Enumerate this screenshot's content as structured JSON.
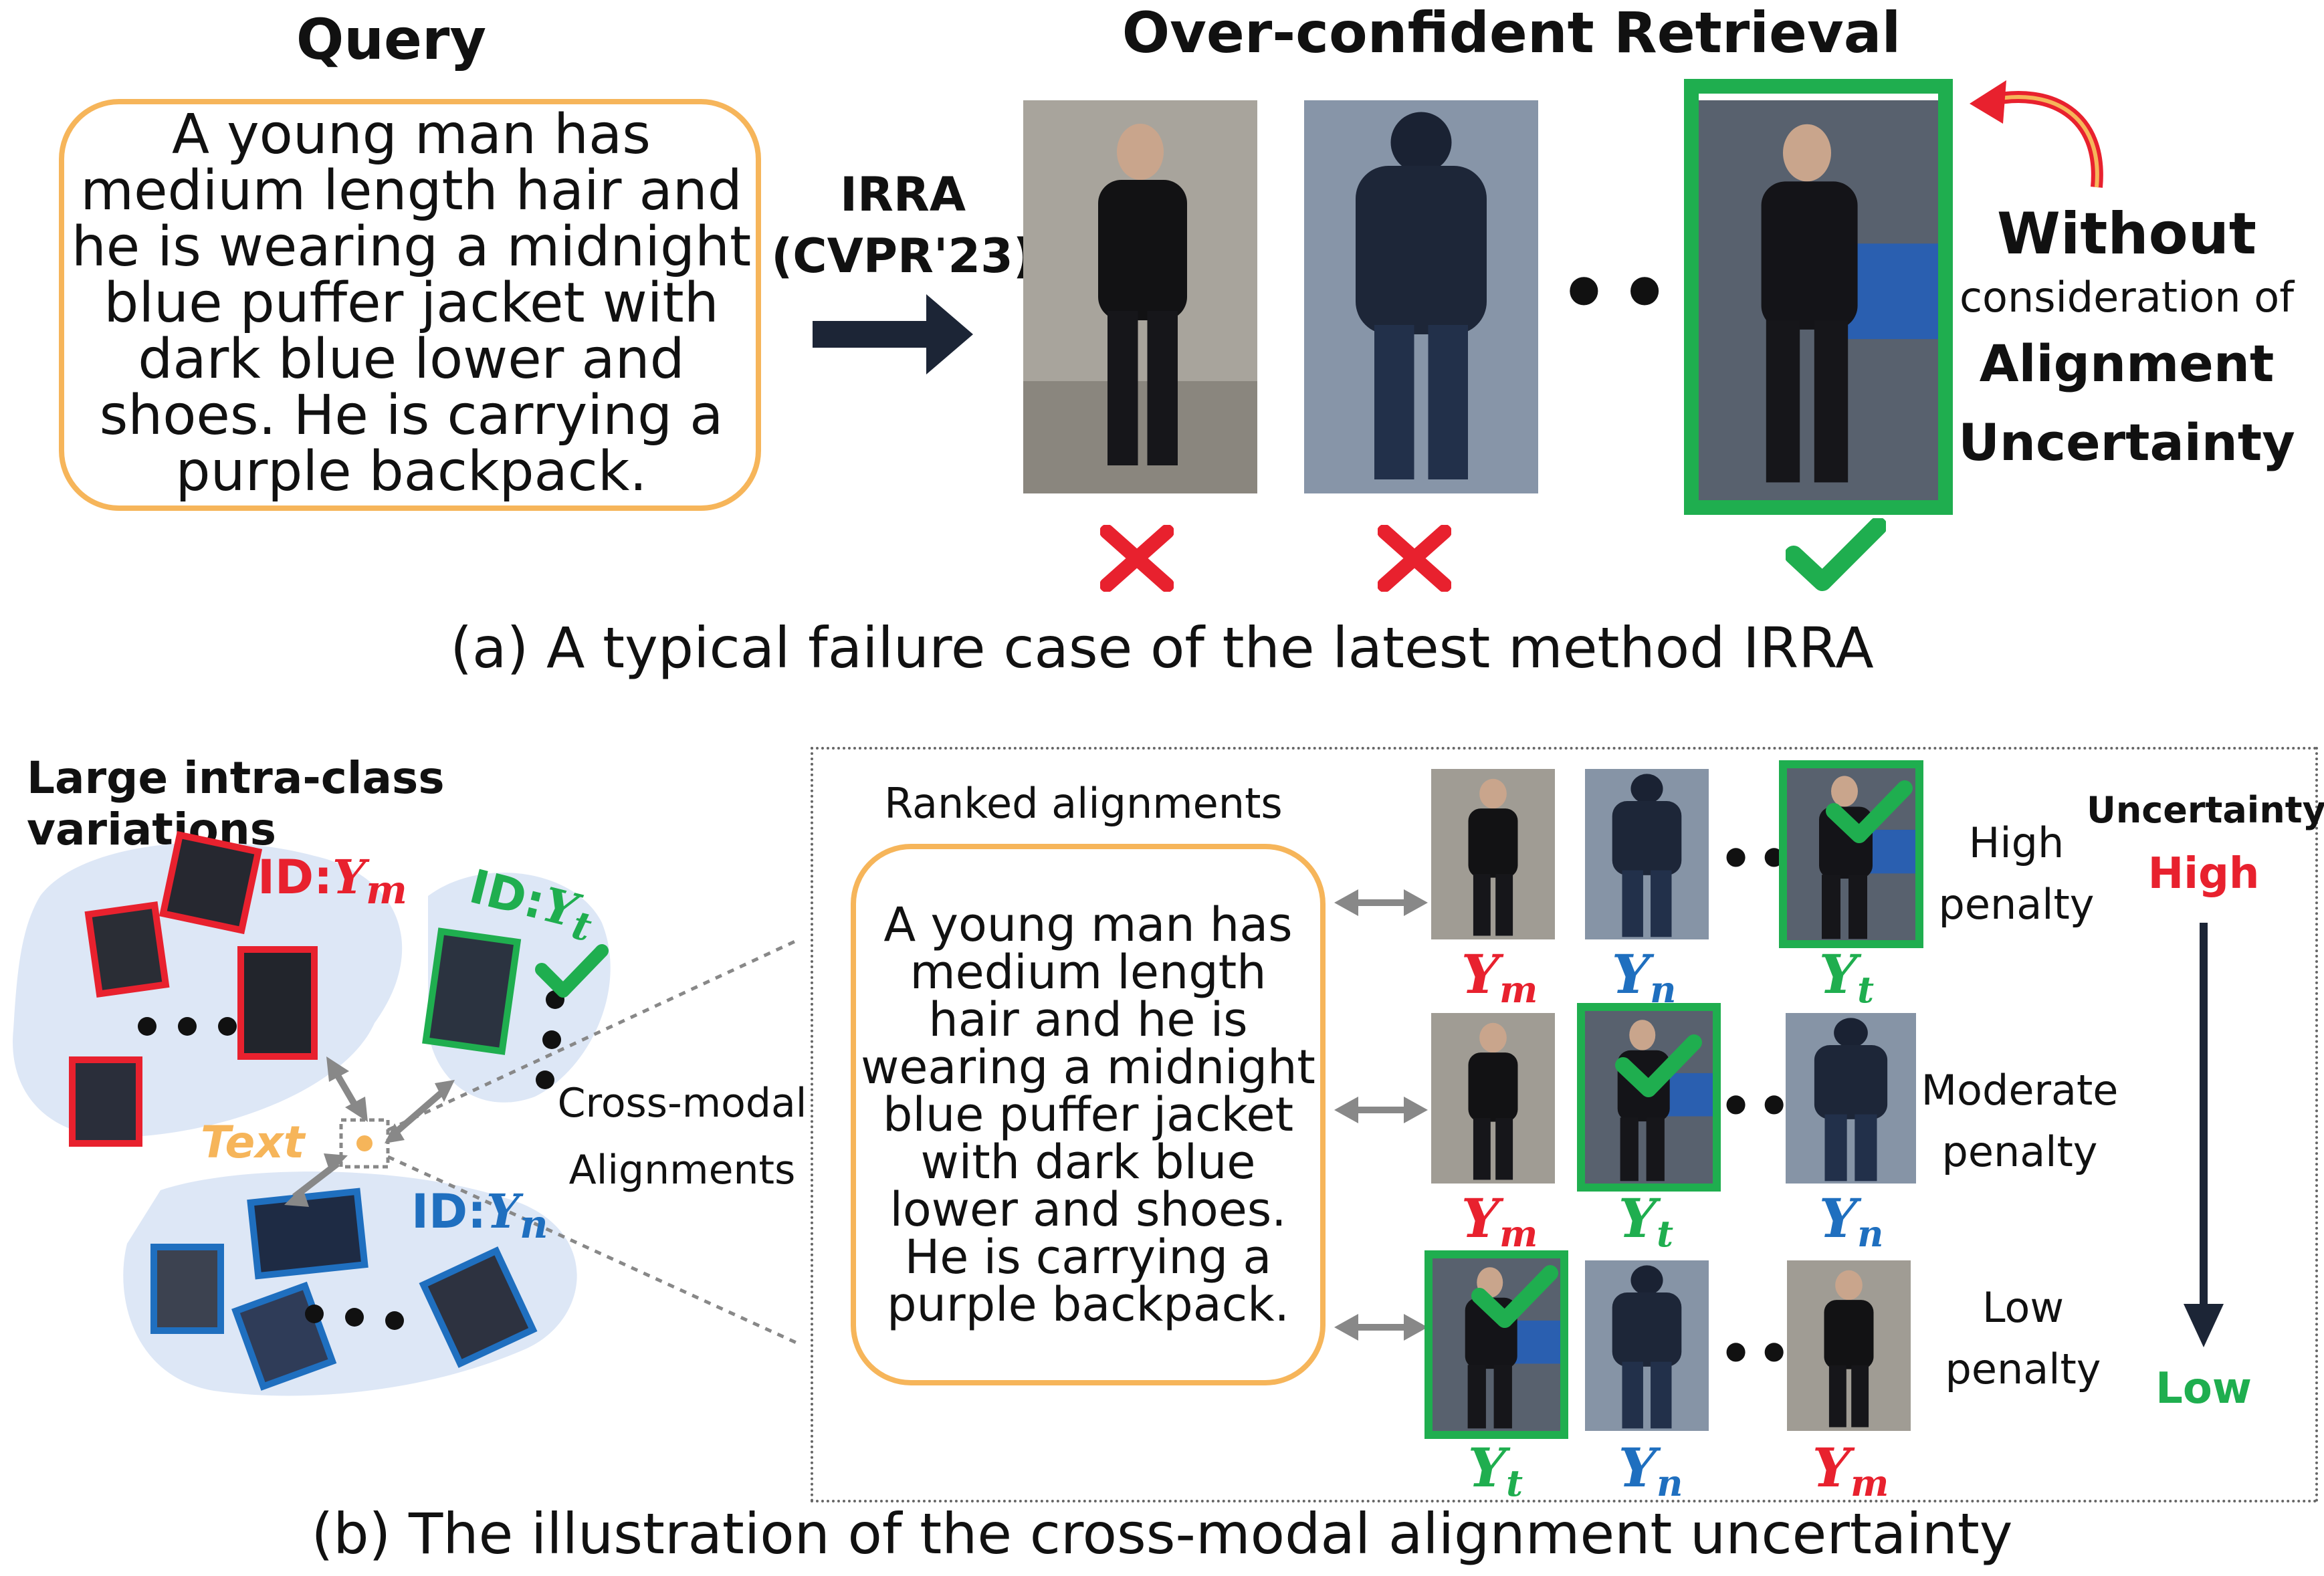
{
  "section_a": {
    "query_title": "Query",
    "retrieval_title": "Over-confident Retrieval",
    "query_text": "A young man has medium length hair and he is wearing a midnight blue puffer jacket with dark blue lower and shoes. He is carrying a purple backpack.",
    "method_name": "IRRA",
    "method_venue": "(CVPR'23)",
    "ellipsis": "•••",
    "without_1": "Without",
    "without_2": "consideration of",
    "without_3": "Alignment",
    "without_4": "Uncertainty",
    "caption": "(a) A  typical failure case of the latest method IRRA",
    "marks": [
      "✗",
      "✗",
      "✓"
    ]
  },
  "section_b": {
    "large_variations": "Large intra-class variations",
    "id_m_prefix": "ID:",
    "id_t_prefix": "ID:",
    "id_n_prefix": "ID:",
    "y_symbol": "Y",
    "sub_m": "m",
    "sub_t": "t",
    "sub_n": "n",
    "text_label": "Text",
    "cross_modal_1": "Cross-modal",
    "cross_modal_2": "Alignments",
    "ranked_label": "Ranked alignments",
    "query_text": "A young man has medium length hair and he is wearing a midnight blue puffer jacket with dark blue lower and shoes. He is carrying a purple backpack.",
    "penalty_high_1": "High",
    "penalty_high_2": "penalty",
    "penalty_mod_1": "Moderate",
    "penalty_mod_2": "penalty",
    "penalty_low_1": "Low",
    "penalty_low_2": "penalty",
    "uncertainty_title": "Uncertainty",
    "uncertainty_high": "High",
    "uncertainty_low": "Low",
    "caption": "(b) The illustration of the cross-modal alignment uncertainty",
    "rows": [
      {
        "labels": [
          "m",
          "n",
          "t"
        ]
      },
      {
        "labels": [
          "m",
          "t",
          "n"
        ]
      },
      {
        "labels": [
          "t",
          "n",
          "m"
        ]
      }
    ]
  },
  "colors": {
    "red": "#e8212e",
    "green": "#1fae4f",
    "blue": "#1f6fbf",
    "orange": "#f6b55a",
    "navy": "#1c2536",
    "cluster": "#dde7f6"
  }
}
